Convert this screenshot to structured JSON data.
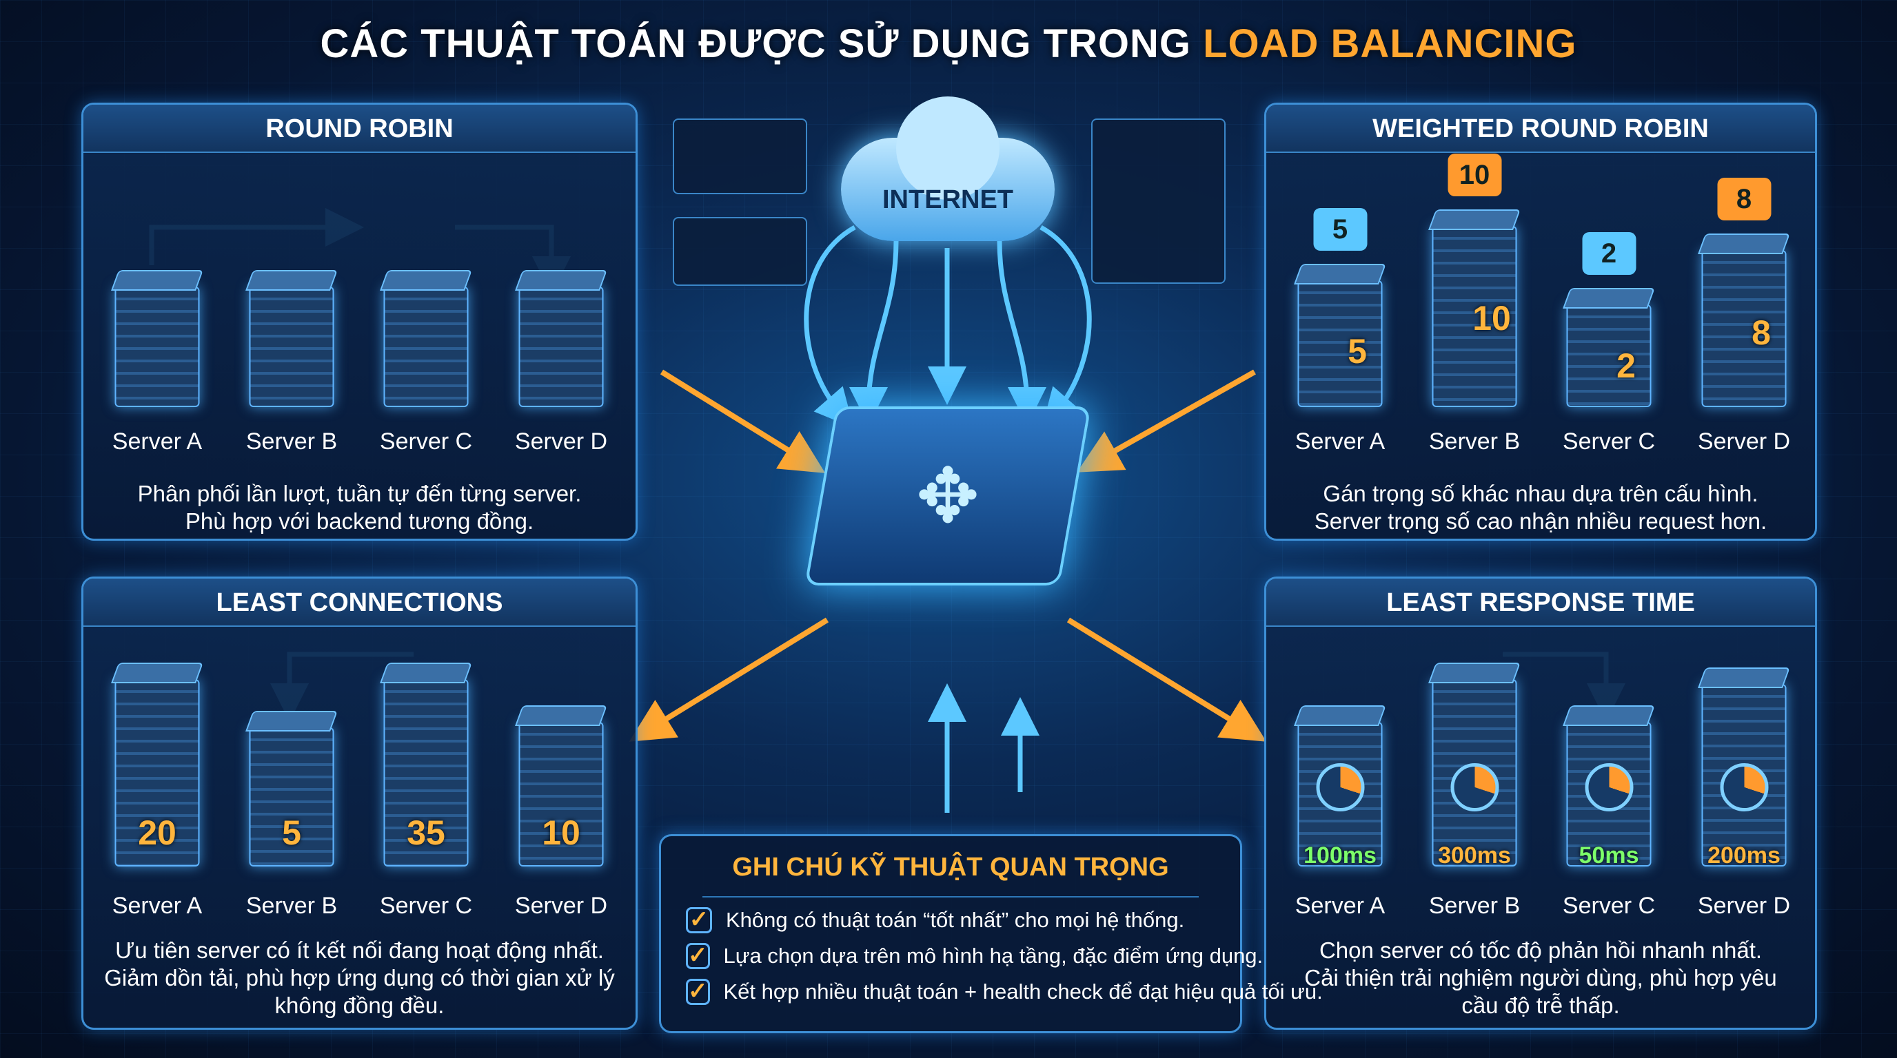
{
  "title": {
    "prefix": "CÁC THUẬT TOÁN ĐƯỢC SỬ DỤNG TRONG ",
    "highlight": "LOAD BALANCING"
  },
  "center": {
    "internet_label": "INTERNET"
  },
  "round_robin": {
    "title": "ROUND ROBIN",
    "servers": [
      {
        "label": "Server A"
      },
      {
        "label": "Server B"
      },
      {
        "label": "Server C"
      },
      {
        "label": "Server D"
      }
    ],
    "desc": [
      "Phân phối lần lượt, tuần tự đến từng server.",
      "Phù hợp với backend tương đồng."
    ]
  },
  "weighted": {
    "title": "WEIGHTED ROUND ROBIN",
    "servers": [
      {
        "label": "Server A",
        "weight": "5"
      },
      {
        "label": "Server B",
        "weight": "10"
      },
      {
        "label": "Server C",
        "weight": "2"
      },
      {
        "label": "Server D",
        "weight": "8"
      }
    ],
    "desc": [
      "Gán trọng số khác nhau dựa trên cấu hình.",
      "Server trọng số cao nhận nhiều request hơn."
    ]
  },
  "least_conn": {
    "title": "LEAST CONNECTIONS",
    "servers": [
      {
        "label": "Server A",
        "value": "20"
      },
      {
        "label": "Server B",
        "value": "5"
      },
      {
        "label": "Server C",
        "value": "35"
      },
      {
        "label": "Server D",
        "value": "10"
      }
    ],
    "desc": [
      "Ưu tiên server có ít kết nối đang hoạt động nhất.",
      "Giảm dồn tải, phù hợp ứng dụng có thời gian xử lý",
      "không đồng đều."
    ]
  },
  "least_resp": {
    "title": "LEAST RESPONSE TIME",
    "servers": [
      {
        "label": "Server A",
        "value": "100ms"
      },
      {
        "label": "Server B",
        "value": "300ms"
      },
      {
        "label": "Server C",
        "value": "50ms"
      },
      {
        "label": "Server D",
        "value": "200ms"
      }
    ],
    "desc": [
      "Chọn server có tốc độ phản hồi nhanh nhất.",
      "Cải thiện trải nghiệm người dùng, phù hợp yêu",
      "cầu độ trễ thấp."
    ]
  },
  "notes": {
    "title": "GHI CHÚ KỸ THUẬT QUAN TRỌNG",
    "items": [
      "Không có thuật toán “tốt nhất” cho mọi hệ thống.",
      "Lựa chọn dựa trên mô hình hạ tầng, đặc điểm ứng dụng.",
      "Kết hợp nhiều thuật toán + health check để đạt hiệu quả tối ưu."
    ]
  },
  "colors": {
    "accent": "#ffa630",
    "blue": "#3d8fd6",
    "green": "#7dff6a"
  }
}
